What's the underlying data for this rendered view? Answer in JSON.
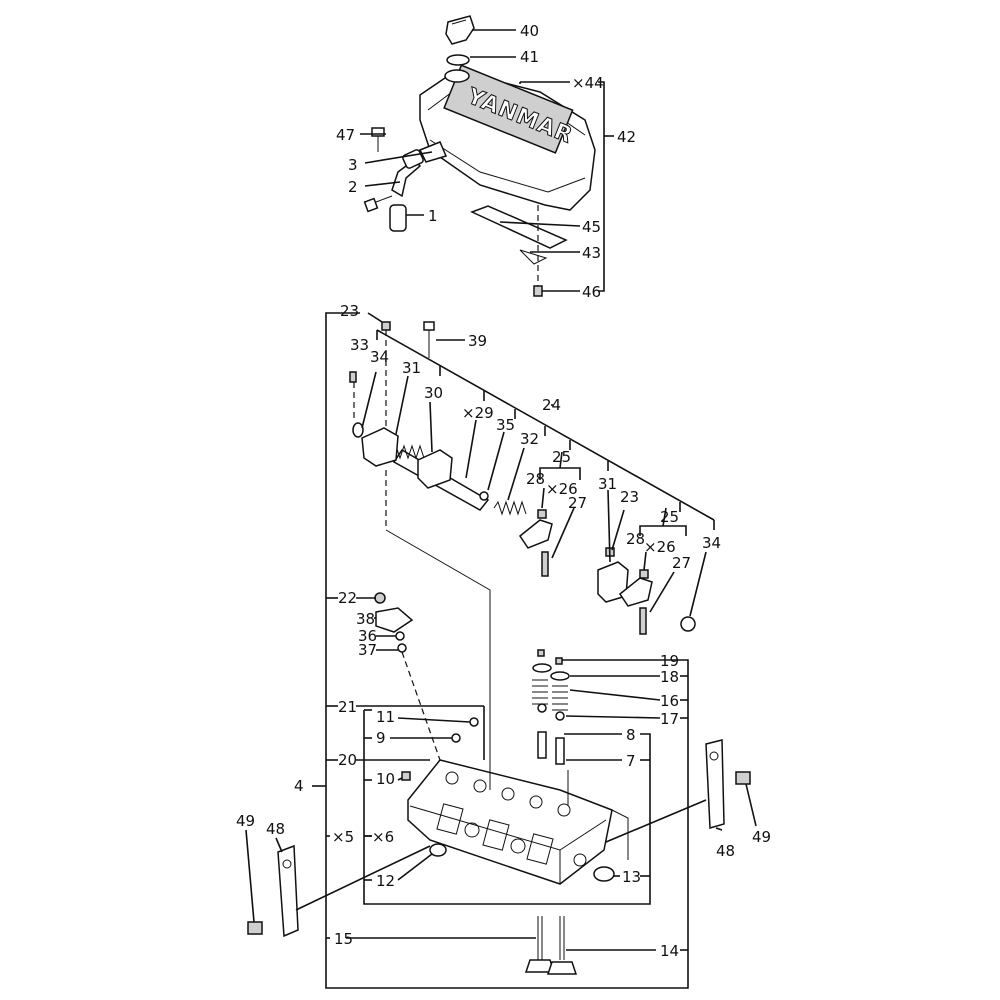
{
  "diagram": {
    "brand_text": "YANMAR",
    "labels": {
      "p1": "1",
      "p2": "2",
      "p3": "3",
      "p4": "4",
      "p5": "×5",
      "p6": "×6",
      "p7": "7",
      "p8": "8",
      "p9": "9",
      "p10": "10",
      "p11": "11",
      "p12": "12",
      "p13": "13",
      "p14": "14",
      "p15": "15",
      "p16": "16",
      "p17": "17",
      "p18": "18",
      "p19": "19",
      "p20": "20",
      "p21": "21",
      "p22": "22",
      "p23a": "23",
      "p23b": "23",
      "p24": "24",
      "p25a": "25",
      "p25b": "25",
      "p26a": "×26",
      "p26b": "×26",
      "p27a": "27",
      "p27b": "27",
      "p28a": "28",
      "p28b": "28",
      "p29": "×29",
      "p30": "30",
      "p31a": "31",
      "p31b": "31",
      "p32": "32",
      "p33": "33",
      "p34a": "34",
      "p34b": "34",
      "p35": "35",
      "p36": "36",
      "p37": "37",
      "p38": "38",
      "p39": "39",
      "p40": "40",
      "p41": "41",
      "p42": "42",
      "p43": "43",
      "p44": "×44",
      "p45": "45",
      "p46": "46",
      "p47": "47",
      "p48a": "48",
      "p48b": "48",
      "p49a": "49",
      "p49b": "49"
    }
  }
}
